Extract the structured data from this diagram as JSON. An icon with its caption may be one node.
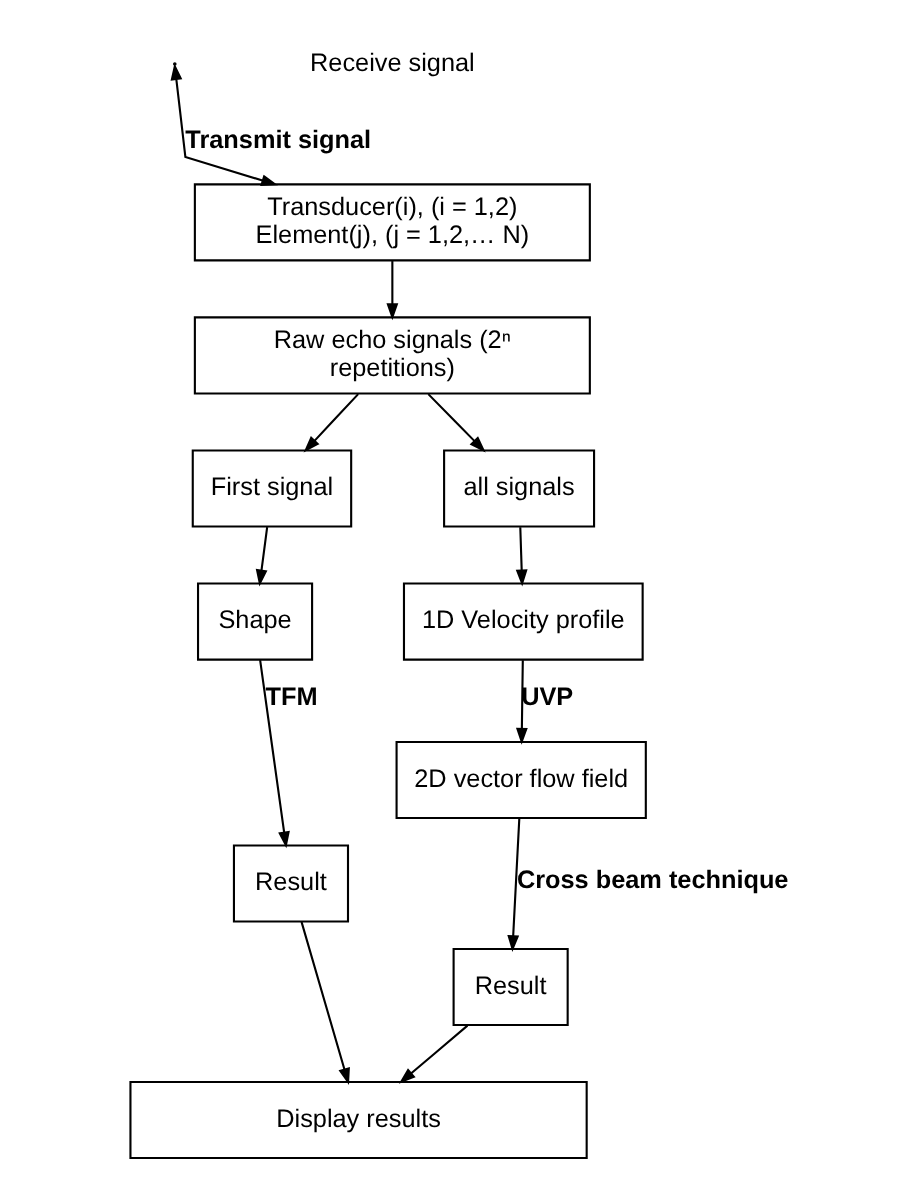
{
  "diagram": {
    "nodes": [
      {
        "text": [
          "Transducer(i), (i = 1,2)",
          "Element(j), (j = 1,2,… N)"
        ]
      },
      {
        "text": [
          "Raw echo signals (2ⁿ repetitions)"
        ]
      },
      {
        "text": [
          "First signal"
        ]
      },
      {
        "text": [
          "all signals"
        ]
      },
      {
        "text": [
          "Shape"
        ]
      },
      {
        "text": [
          "1D Velocity profile"
        ]
      },
      {
        "text": [
          "2D vector flow field"
        ]
      },
      {
        "text": [
          "Result"
        ]
      },
      {
        "text": [
          "Result"
        ]
      },
      {
        "text": [
          "Display results"
        ]
      }
    ],
    "edges": [
      {
        "from": 0,
        "to": null,
        "arrow": "both",
        "label": "Transmit signal"
      },
      {
        "from": 0,
        "to": 1,
        "arrow": "to"
      },
      {
        "from": 1,
        "to": 2,
        "arrow": "to"
      },
      {
        "from": 1,
        "to": 3,
        "arrow": "to"
      },
      {
        "from": 2,
        "to": 4,
        "arrow": "to"
      },
      {
        "from": 3,
        "to": 5,
        "arrow": "to"
      },
      {
        "from": 4,
        "to": 7,
        "arrow": "to",
        "label": "TFM"
      },
      {
        "from": 5,
        "to": 6,
        "arrow": "to",
        "label": "UVP"
      },
      {
        "from": 6,
        "to": 8,
        "arrow": "to",
        "label": "Cross beam technique"
      },
      {
        "from": 7,
        "to": 9,
        "arrow": "to"
      },
      {
        "from": 8,
        "to": 9,
        "arrow": "to"
      }
    ],
    "labels": [
      "Receive signal"
    ]
  }
}
